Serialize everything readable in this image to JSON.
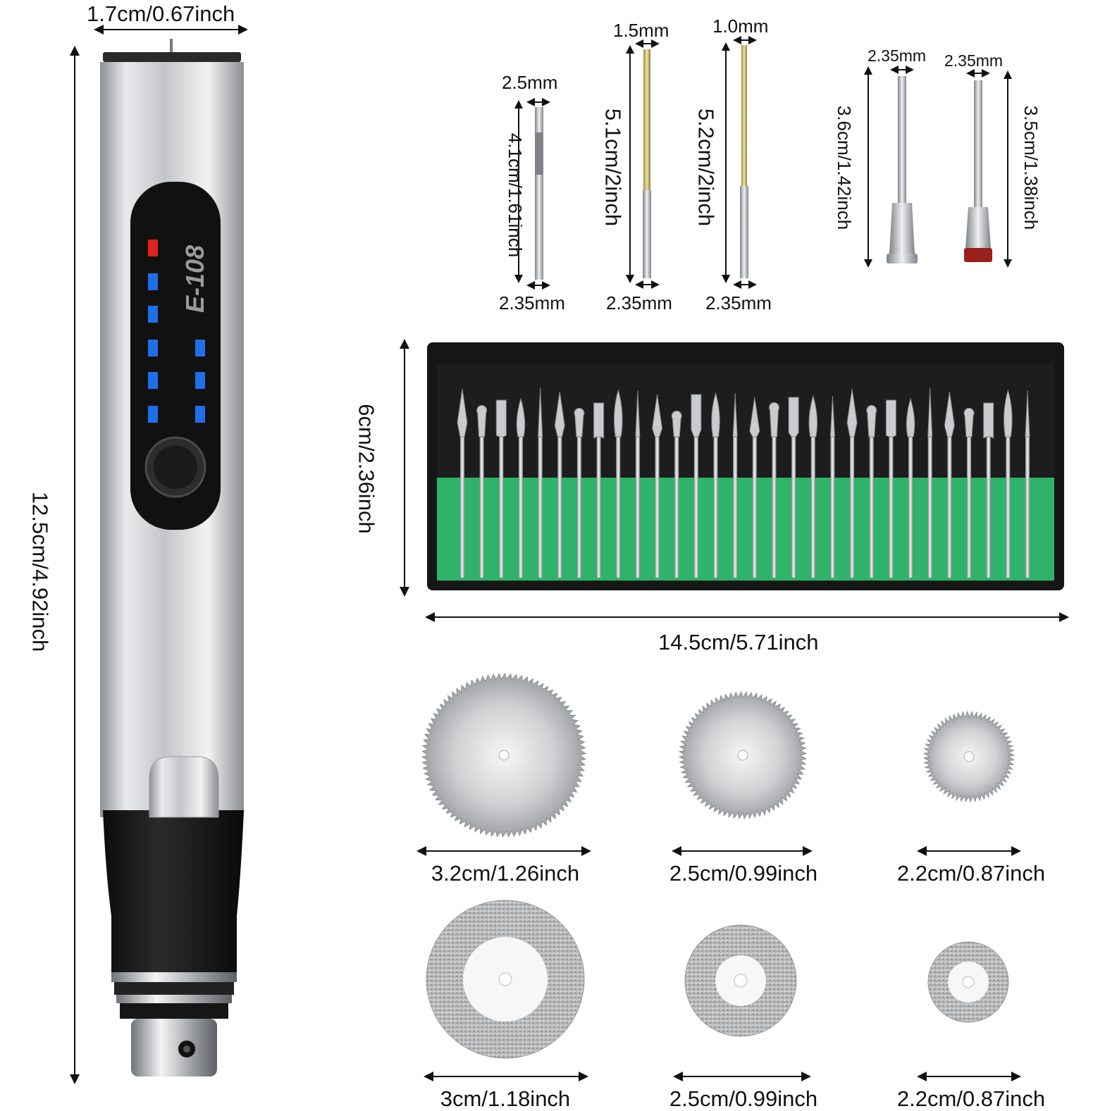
{
  "pen": {
    "model": "E-108",
    "width_label": "1.7cm/0.67inch",
    "length_label": "12.5cm/4.92inch",
    "indicator_colors": {
      "red": "#e0221e",
      "blue": "#1e6fe8"
    },
    "body_color": "#c9cbce",
    "grip_color": "#1a1a1a"
  },
  "bits": {
    "engraving_needle": {
      "tip": "2.5mm",
      "length": "4.1cm/1.61inch",
      "shank": "2.35mm"
    },
    "drill_1": {
      "tip": "1.5mm",
      "length": "5.1cm/2inch",
      "shank": "2.35mm"
    },
    "drill_2": {
      "tip": "1.0mm",
      "length": "5.2cm/2inch",
      "shank": "2.35mm"
    },
    "mandrel_1": {
      "shank": "2.35mm",
      "length": "3.6cm/1.42inch"
    },
    "mandrel_2": {
      "shank": "2.35mm",
      "length": "3.5cm/1.38inch"
    }
  },
  "burr_box": {
    "height_label": "6cm/2.36inch",
    "width_label": "14.5cm/5.71inch",
    "insert_color": "#2fb36a",
    "bit_count": 30
  },
  "saw_blades": [
    {
      "label": "3.2cm/1.26inch"
    },
    {
      "label": "2.5cm/0.99inch"
    },
    {
      "label": "2.2cm/0.87inch"
    }
  ],
  "diamond_discs": [
    {
      "label": "3cm/1.18inch"
    },
    {
      "label": "2.5cm/0.99inch"
    },
    {
      "label": "2.2cm/0.87inch"
    }
  ]
}
